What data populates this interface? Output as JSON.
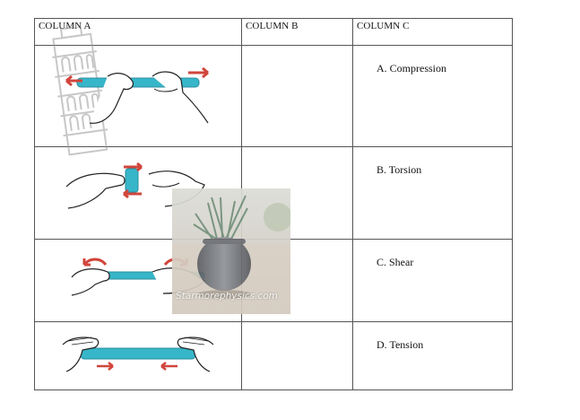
{
  "table": {
    "headers": [
      "COLUMN A",
      "COLUMN B",
      "COLUMN C"
    ],
    "options": [
      "A.  Compression",
      "B.  Torsion",
      "C.  Shear",
      "D.  Tension"
    ]
  },
  "watermark": "Starmorephysics.com",
  "icons": {
    "row1": "hands-pulling-rod-icon",
    "row2": "hands-twisting-rod-icon",
    "row3": "hands-bending-rod-icon",
    "row4": "hands-pushing-rod-icon",
    "logo": "leaning-tower-logo-icon"
  },
  "colors": {
    "rod": "#37b6c9",
    "arrow": "#d1453b"
  }
}
